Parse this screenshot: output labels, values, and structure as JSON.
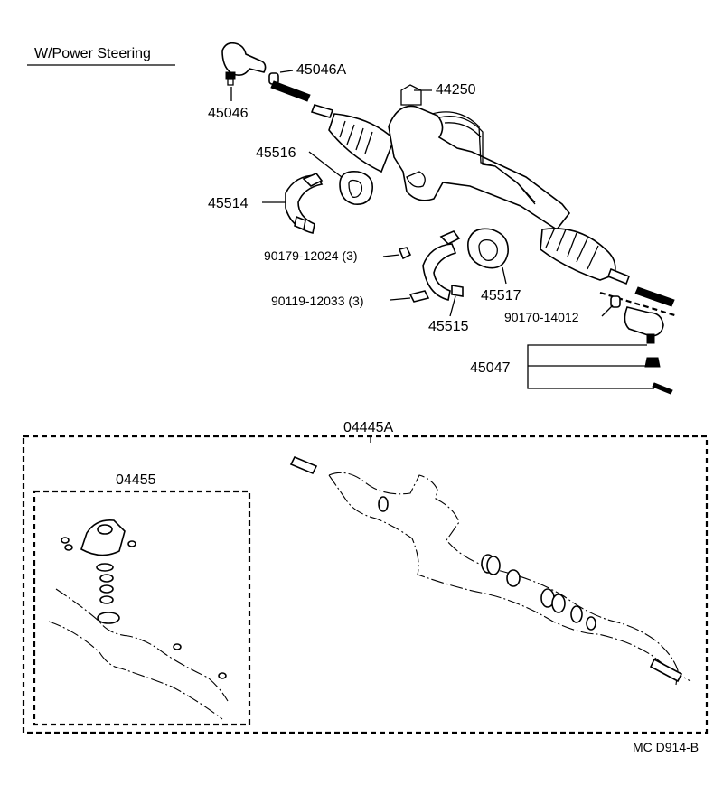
{
  "title": "W/Power Steering",
  "diagram_code": "MC D914-B",
  "labels": {
    "p45046": "45046",
    "p45046A": "45046A",
    "p44250": "44250",
    "p45516": "45516",
    "p45514": "45514",
    "p90179": "90179-12024 (3)",
    "p90119": "90119-12033 (3)",
    "p45515": "45515",
    "p45517": "45517",
    "p90170": "90170-14012",
    "p45047": "45047",
    "p04445A": "04445A",
    "p04455": "04455"
  }
}
